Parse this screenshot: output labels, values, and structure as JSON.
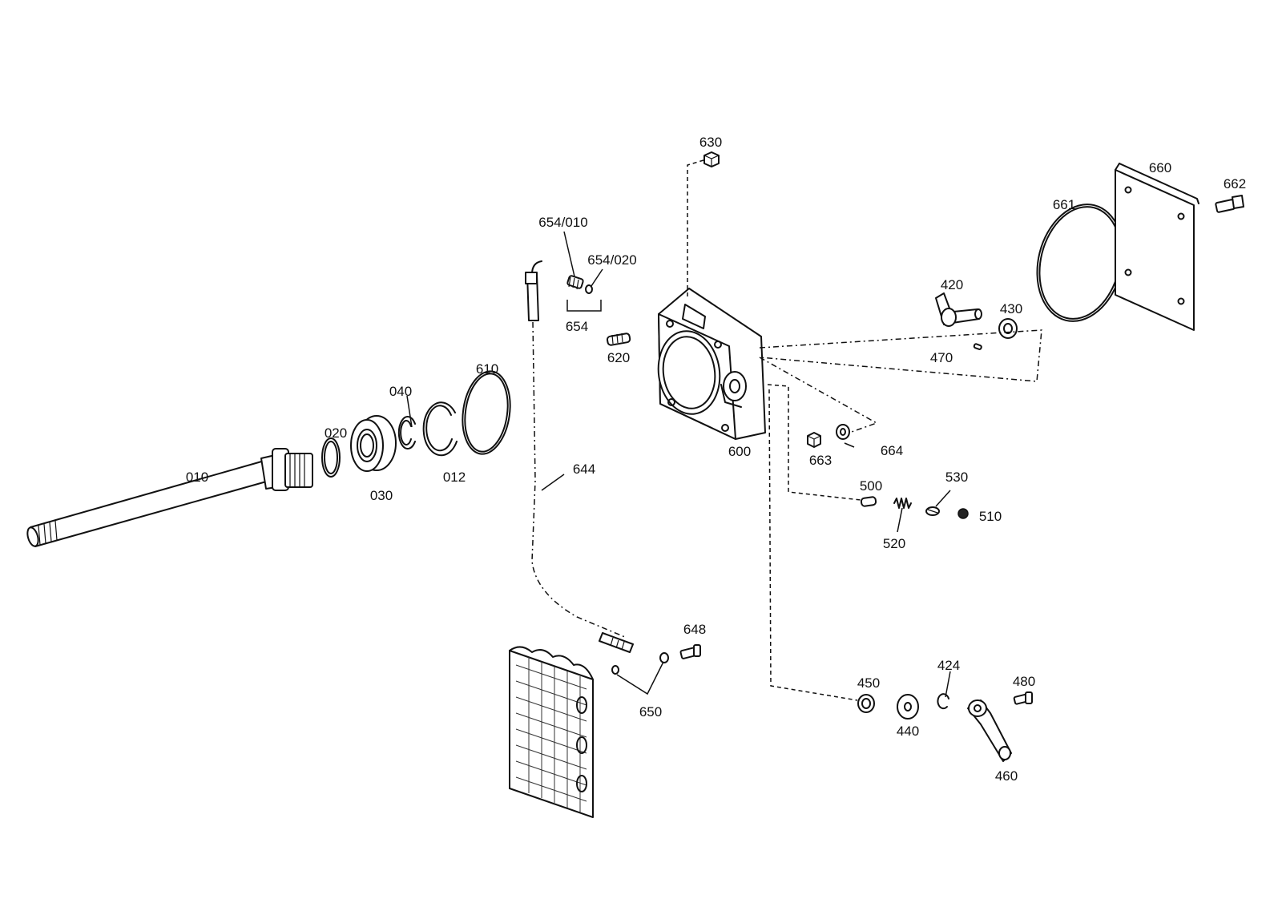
{
  "part_labels": {
    "p010": "010",
    "p012": "012",
    "p020": "020",
    "p030": "030",
    "p040": "040",
    "p420": "420",
    "p424": "424",
    "p430": "430",
    "p440": "440",
    "p450": "450",
    "p460": "460",
    "p470": "470",
    "p480": "480",
    "p500": "500",
    "p510": "510",
    "p520": "520",
    "p530": "530",
    "p600": "600",
    "p610": "610",
    "p620": "620",
    "p630": "630",
    "p644": "644",
    "p648": "648",
    "p650": "650",
    "p654": "654",
    "p654_010": "654/010",
    "p654_020": "654/020",
    "p660": "660",
    "p661": "661",
    "p662": "662",
    "p663": "663",
    "p664": "664"
  }
}
